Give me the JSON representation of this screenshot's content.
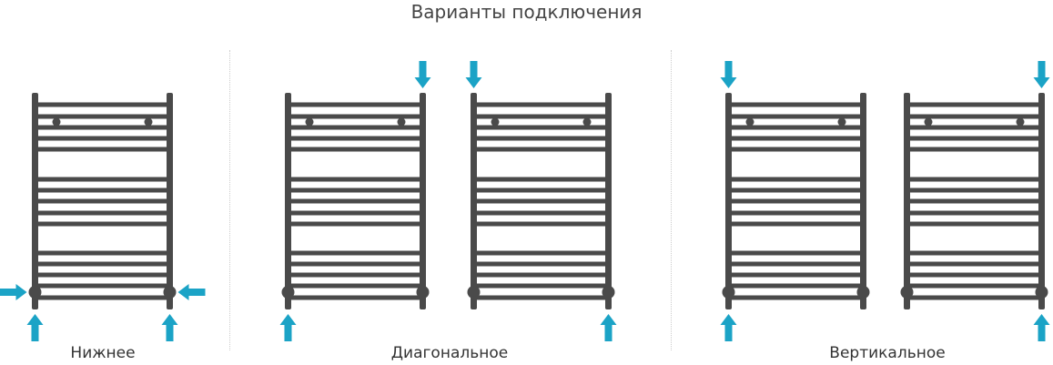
{
  "title": "Варианты подключения",
  "groups": [
    {
      "label": "Нижнее",
      "radiators": [
        {
          "arrows": [
            "left-side",
            "right-side",
            "bottom-left",
            "bottom-right"
          ]
        }
      ]
    },
    {
      "label": "Диагональное",
      "radiators": [
        {
          "arrows": [
            "top-right",
            "bottom-left"
          ]
        },
        {
          "arrows": [
            "top-left",
            "bottom-right"
          ]
        }
      ]
    },
    {
      "label": "Вертикальное",
      "radiators": [
        {
          "arrows": [
            "top-left",
            "bottom-left"
          ]
        },
        {
          "arrows": [
            "top-right",
            "bottom-right"
          ]
        }
      ]
    }
  ],
  "colors": {
    "radiator": "#4a4a4a",
    "arrow": "#1ba3c6"
  }
}
